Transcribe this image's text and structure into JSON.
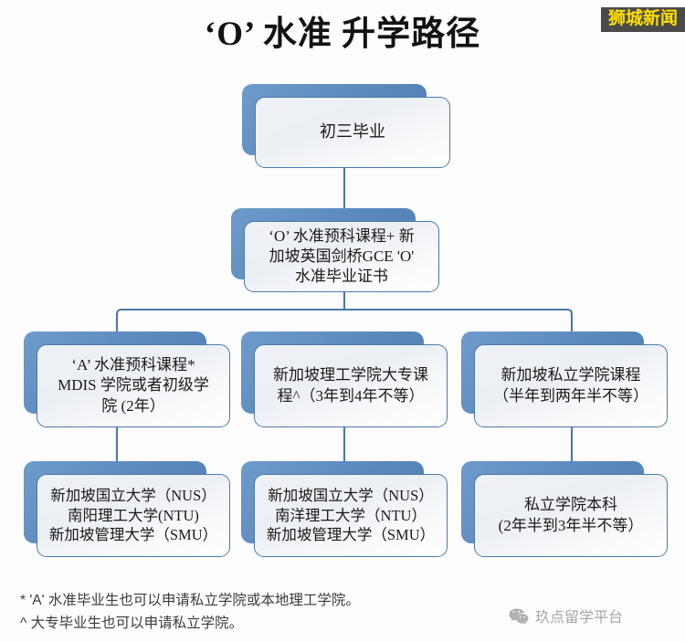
{
  "page": {
    "title": "‘O’ 水准 升学路径",
    "background_color": "#fdfdfd"
  },
  "watermark": {
    "top_right": "狮城新闻",
    "top_right_text_color": "#ffe000",
    "top_right_bg_color": "#4a4a4a"
  },
  "theme": {
    "box_shadow_blue": "#5b88bb",
    "box_border_blue": "#4a7aab",
    "box_face": "#eef1f5",
    "connector_color": "#4a7aab",
    "text_color": "#1a1a1a"
  },
  "nodes": {
    "start": {
      "id": "junior-graduation",
      "label": "初三毕业"
    },
    "olevel": {
      "id": "o-level-preparatory",
      "label": "‘O’ 水准预科课程+ 新\n加坡英国剑桥GCE 'O'\n水准毕业证书"
    },
    "mid_left": {
      "id": "a-level-preparatory",
      "label": "‘A’ 水准预科课程*\nMDIS 学院或者初级学\n院 (2年）"
    },
    "mid_center": {
      "id": "polytechnic-diploma",
      "label": "新加坡理工学院大专课\n程^（3年到4年不等）"
    },
    "mid_right": {
      "id": "private-institution-course",
      "label": "新加坡私立学院课程\n（半年到两年半不等）"
    },
    "bottom_left": {
      "id": "public-university-left",
      "label": "新加坡国立大学（NUS）\n南阳理工大学(NTU)\n新加坡管理大学（SMU）"
    },
    "bottom_center": {
      "id": "public-university-center",
      "label": "新加坡国立大学（NUS）\n南洋理工大学（NTU）\n新加坡管理大学（SMU）"
    },
    "bottom_right": {
      "id": "private-institution-degree",
      "label": "私立学院本科\n(2年半到3年半不等）"
    }
  },
  "footnotes": [
    "* 'A' 水准毕业生也可以申请私立学院或本地理工学院。",
    "^ 大专毕业生也可以申请私立学院。"
  ],
  "credit": {
    "icon": "wechat-icon",
    "text": "玖点留学平台"
  }
}
